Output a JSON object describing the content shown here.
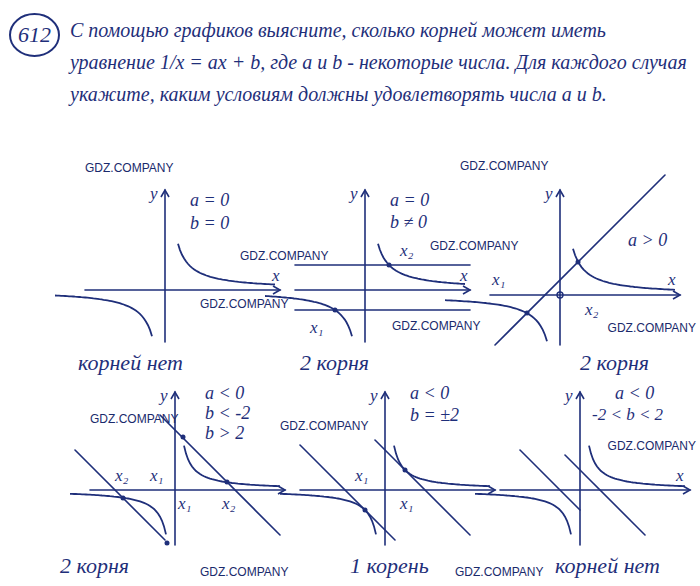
{
  "diagram": {
    "nodes": [
      {
        "text": [
          "612"
        ]
      }
    ],
    "labels": [
      "С помощью графиков выясните, сколько корней может иметь уравнение 1/x = ax + b, где a и b - некоторые числа. Для каждого случая укажите, каким условиям должны удовлетворять числа a и b.",
      "y",
      "a = 0",
      "b = 0",
      "x",
      "корней нет",
      "y",
      "a = 0",
      "b ≠ 0",
      "x",
      "x₁",
      "x₂",
      "2 корня",
      "y",
      "a > 0",
      "x₁",
      "x₂",
      "x",
      "2 корня",
      "y",
      "a < 0",
      "b < -2",
      "b > 2",
      "x₂",
      "x₁",
      "x₁",
      "x₂",
      "2 корня",
      "y",
      "a < 0",
      "b = ±2",
      "x₁",
      "x₁",
      "1 корень",
      "y",
      "a < 0",
      "-2 < b < 2",
      "x",
      "корней нет",
      "GDZ.COMPANY",
      "GDZ.COMPANY",
      "GDZ.COMPANY",
      "GDZ.COMPANY",
      "GDZ.COMPANY",
      "GDZ.COMPANY",
      "GDZ.COMPANY",
      "GDZ.COMPANY",
      "GDZ.COMPANY",
      "GDZ.COMPANY",
      "GDZ.COMPANY",
      "GDZ.COMPANY"
    ]
  }
}
